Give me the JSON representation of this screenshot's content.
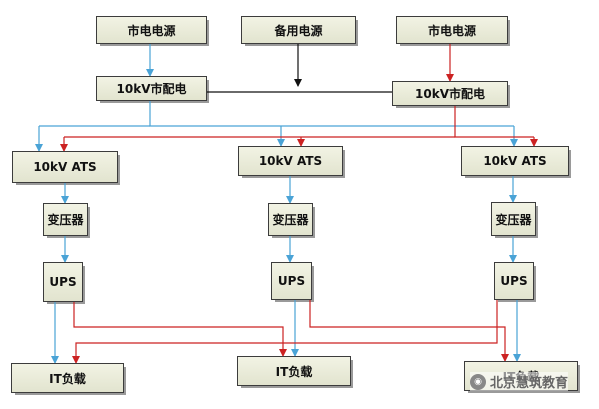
{
  "nodes": {
    "mains_left": "市电电源",
    "backup": "备用电源",
    "mains_right": "市电电源",
    "dist_left": "10kV市配电",
    "dist_right": "10kV市配电",
    "ats_left": "10kV ATS",
    "ats_mid": "10kV ATS",
    "ats_right": "10kV ATS",
    "trans_left": "变压器",
    "trans_mid": "变压器",
    "trans_right": "变压器",
    "ups_left": "UPS",
    "ups_mid": "UPS",
    "ups_right": "UPS",
    "load_left": "IT负载",
    "load_mid": "IT负载",
    "load_right": "IT负载"
  },
  "watermark": "北京慧筑教育",
  "colors": {
    "blue": "#4aa3d6",
    "red": "#cc2222",
    "black": "#111111"
  }
}
